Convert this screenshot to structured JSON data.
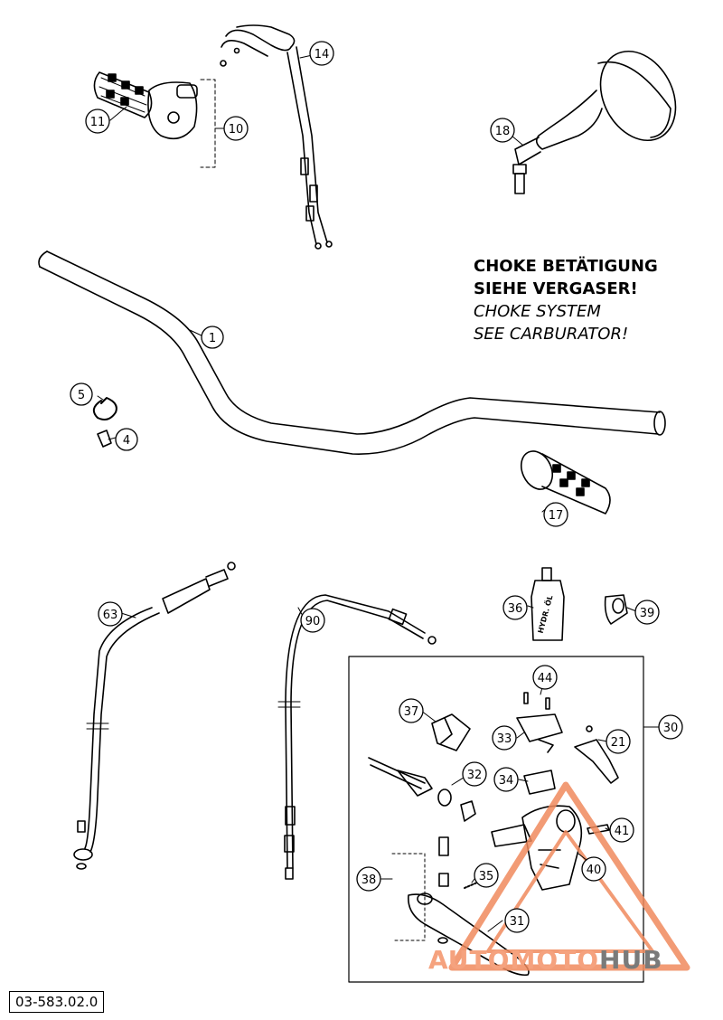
{
  "note": {
    "de_line1": "CHOKE BETÄTIGUNG",
    "de_line2": "SIEHE VERGASER!",
    "en_line1": "CHOKE SYSTEM",
    "en_line2": "SEE CARBURATOR!"
  },
  "part_number": "03-583.02.0",
  "bottle_label": "HYDR. ÖL",
  "watermark": {
    "part1": "AUTO",
    "part2": "MOTO",
    "part3": "HUB",
    "color": "#f08a5d"
  },
  "callouts": [
    {
      "id": "c1",
      "label": "1"
    },
    {
      "id": "c4",
      "label": "4"
    },
    {
      "id": "c5",
      "label": "5"
    },
    {
      "id": "c10",
      "label": "10"
    },
    {
      "id": "c11",
      "label": "11"
    },
    {
      "id": "c14",
      "label": "14"
    },
    {
      "id": "c17",
      "label": "17"
    },
    {
      "id": "c18",
      "label": "18"
    },
    {
      "id": "c21",
      "label": "21"
    },
    {
      "id": "c30",
      "label": "30"
    },
    {
      "id": "c31",
      "label": "31"
    },
    {
      "id": "c32",
      "label": "32"
    },
    {
      "id": "c33",
      "label": "33"
    },
    {
      "id": "c34",
      "label": "34"
    },
    {
      "id": "c35",
      "label": "35"
    },
    {
      "id": "c36",
      "label": "36"
    },
    {
      "id": "c37",
      "label": "37"
    },
    {
      "id": "c38",
      "label": "38"
    },
    {
      "id": "c39",
      "label": "39"
    },
    {
      "id": "c40",
      "label": "40"
    },
    {
      "id": "c41",
      "label": "41"
    },
    {
      "id": "c44",
      "label": "44"
    },
    {
      "id": "c63",
      "label": "63"
    },
    {
      "id": "c90",
      "label": "90"
    }
  ]
}
